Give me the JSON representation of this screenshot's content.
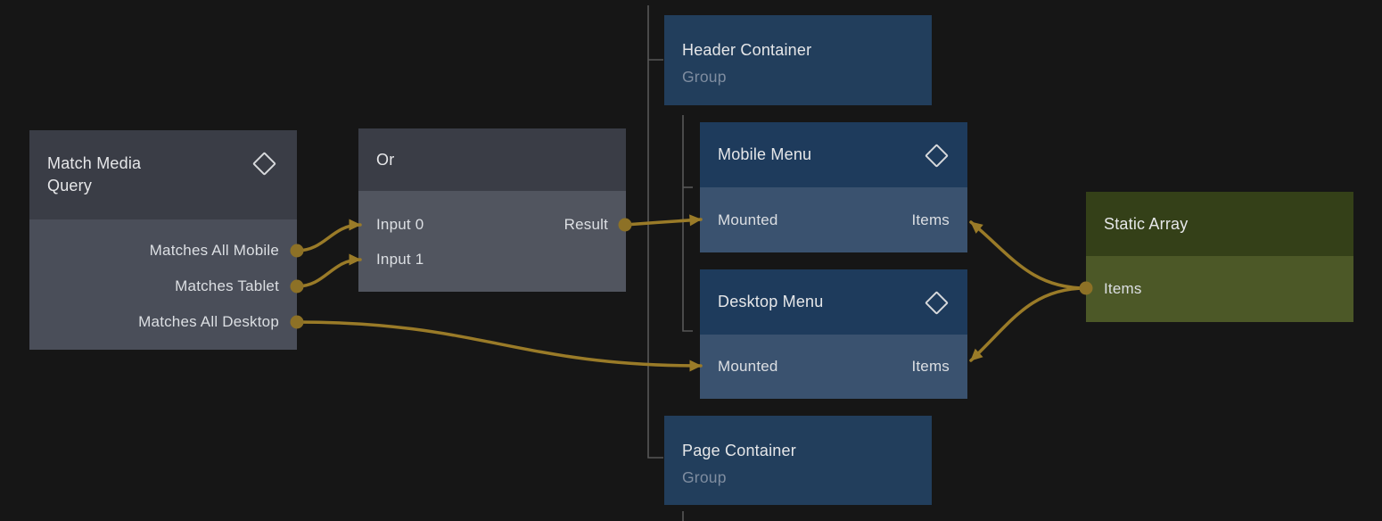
{
  "app": {
    "type": "node-graph-editor"
  },
  "colors": {
    "background": "#161616",
    "wire_gold": "#9a7b28",
    "port_dot_gold": "#8d7126",
    "hierarchy_line_gray": "#575757",
    "gray_node_header": "#3a3d46",
    "gray_node_body": "#4a4e59",
    "or_node_body": "#51555f",
    "group_node_blue": "#223e5c",
    "menu_header_blue": "#1e3b5c",
    "menu_body_blue": "#3a526f",
    "array_header_green": "#344018",
    "array_body_green": "#4c5827",
    "text_primary": "#e6e7e9",
    "text_secondary": "#7f8da0"
  },
  "nodes": {
    "match_media_query": {
      "title": "Match Media Query",
      "icon": "diamond-icon",
      "outputs": [
        "Matches All Mobile",
        "Matches Tablet",
        "Matches All Desktop"
      ]
    },
    "or_gate": {
      "title": "Or",
      "inputs": [
        "Input 0",
        "Input 1"
      ],
      "outputs": [
        "Result"
      ]
    },
    "header_container": {
      "title": "Header Container",
      "subtitle": "Group"
    },
    "mobile_menu": {
      "title": "Mobile Menu",
      "icon": "diamond-icon",
      "left_input": "Mounted",
      "right_input": "Items"
    },
    "desktop_menu": {
      "title": "Desktop Menu",
      "icon": "diamond-icon",
      "left_input": "Mounted",
      "right_input": "Items"
    },
    "page_container": {
      "title": "Page Container",
      "subtitle": "Group"
    },
    "static_array": {
      "title": "Static Array",
      "outputs": [
        "Items"
      ]
    }
  },
  "edges": [
    {
      "from_node": "Match Media Query",
      "from_port": "Matches All Mobile",
      "to_node": "Or",
      "to_port": "Input 0"
    },
    {
      "from_node": "Match Media Query",
      "from_port": "Matches Tablet",
      "to_node": "Or",
      "to_port": "Input 1"
    },
    {
      "from_node": "Match Media Query",
      "from_port": "Matches All Desktop",
      "to_node": "Desktop Menu",
      "to_port": "Mounted"
    },
    {
      "from_node": "Or",
      "from_port": "Result",
      "to_node": "Mobile Menu",
      "to_port": "Mounted"
    },
    {
      "from_node": "Static Array",
      "from_port": "Items",
      "to_node": "Mobile Menu",
      "to_port": "Items"
    },
    {
      "from_node": "Static Array",
      "from_port": "Items",
      "to_node": "Desktop Menu",
      "to_port": "Items"
    }
  ],
  "hierarchy": [
    {
      "parent": "root",
      "children": [
        "Header Container",
        "Page Container"
      ]
    },
    {
      "parent": "Header Container",
      "children": [
        "Mobile Menu",
        "Desktop Menu"
      ]
    },
    {
      "parent": "Page Container",
      "children": [
        "(continues below viewport)"
      ]
    }
  ]
}
